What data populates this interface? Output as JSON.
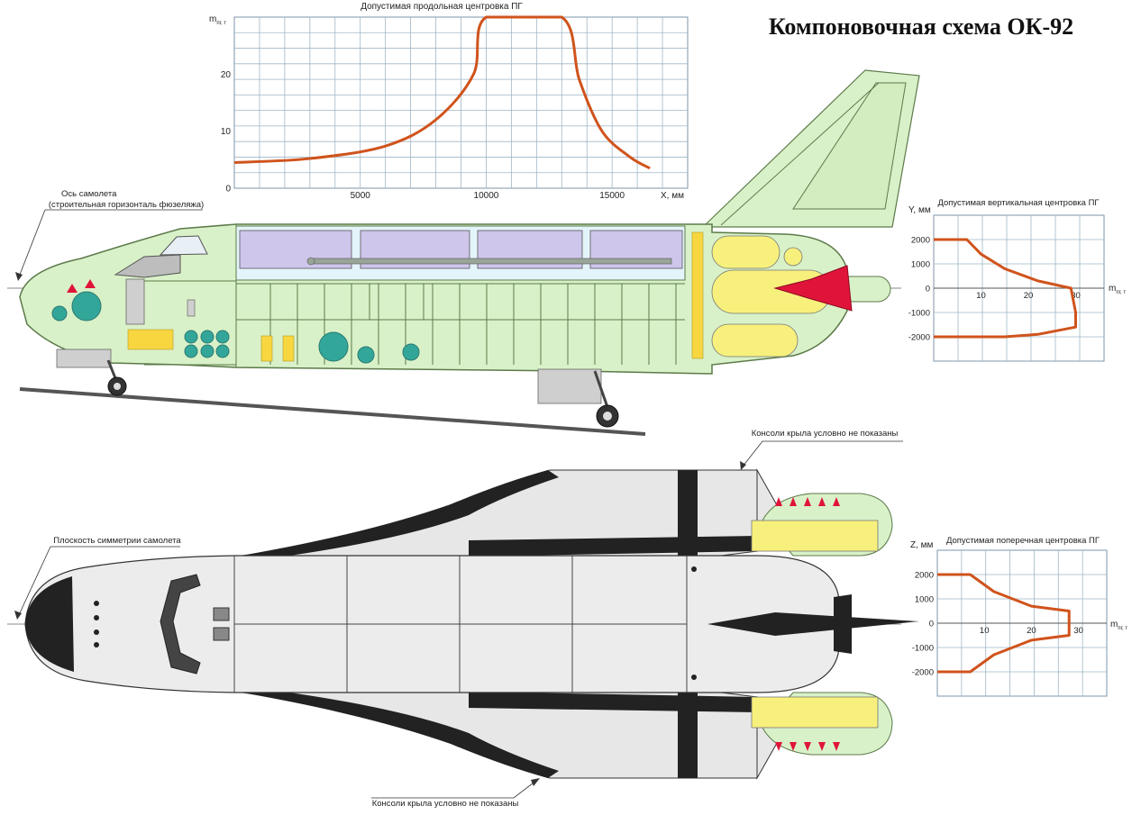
{
  "title": "Компоновочная схема ОК-92",
  "annotations": {
    "axis_label_line1": "Ось самолета",
    "axis_label_line2": "(строительная горизонталь фюзеляжа)",
    "symmetry_plane": "Плоскость симметрии самолета",
    "wing_top": "Консоли крыла условно не показаны",
    "wing_bottom": "Консоли крыла условно не показаны"
  },
  "colors": {
    "curve": "#d0531c",
    "grid": "#9fb6c7",
    "hull_side": "#d9f1c8",
    "hull_top": "#ececec",
    "tank": "#f7f07c",
    "bay": "#cfc6ec",
    "teal": "#33a69a",
    "nozzle": "#e0143a"
  },
  "chart_data": [
    {
      "type": "line",
      "title": "Допустимая продольная центровка ПГ",
      "xlabel": "X, мм",
      "ylabel": "m",
      "ylabel_sub": "пг, т",
      "xlim": [
        0,
        18000
      ],
      "ylim": [
        0,
        30
      ],
      "xticks": [
        5000,
        10000,
        15000
      ],
      "yticks": [
        0,
        10,
        20
      ],
      "x": [
        0,
        3000,
        6000,
        8000,
        9500,
        10000,
        13000,
        13700,
        14600,
        15700,
        16500
      ],
      "y": [
        4.5,
        5.2,
        7.4,
        12,
        20,
        30,
        30,
        19,
        10,
        5.5,
        3.5
      ]
    },
    {
      "type": "line",
      "title": "Допустимая вертикальная центровка ПГ",
      "xlabel": "m",
      "xlabel_sub": "пг, т",
      "ylabel": "Y, мм",
      "xlim": [
        0,
        36
      ],
      "ylim": [
        -3000,
        3000
      ],
      "xticks": [
        10,
        20,
        30
      ],
      "yticks": [
        2000,
        1000,
        0,
        -1000,
        -2000
      ],
      "x": [
        0,
        7,
        10,
        15,
        22,
        29,
        30,
        30,
        22,
        15,
        0
      ],
      "y": [
        2000,
        2000,
        1400,
        800,
        300,
        0,
        -1000,
        -1600,
        -1900,
        -2000,
        -2000
      ]
    },
    {
      "type": "line",
      "title": "Допустимая поперечная центровка ПГ",
      "xlabel": "m",
      "xlabel_sub": "пг, т",
      "ylabel": "Z, мм",
      "xlim": [
        0,
        36
      ],
      "ylim": [
        -3000,
        3000
      ],
      "xticks": [
        10,
        20,
        30
      ],
      "yticks": [
        2000,
        1000,
        0,
        -1000,
        -2000
      ],
      "x": [
        0,
        7,
        12,
        20,
        28,
        28,
        20,
        12,
        7,
        0
      ],
      "y": [
        2000,
        2000,
        1300,
        700,
        500,
        -500,
        -700,
        -1300,
        -2000,
        -2000
      ]
    }
  ]
}
